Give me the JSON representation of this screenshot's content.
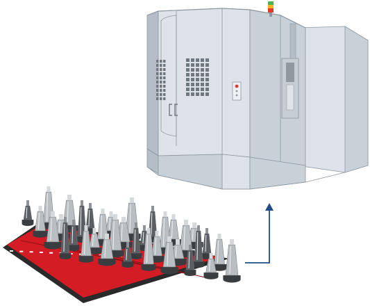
{
  "scene": {
    "background": "#ffffff",
    "subjects": [
      "machining-center",
      "tool-holder-tray",
      "flow-arrow"
    ]
  },
  "colors": {
    "machine_panel_light": "#dde3e8",
    "machine_panel_mid": "#c9d1d8",
    "machine_panel_dark": "#b5bec6",
    "machine_edge": "#8d979f",
    "arrow": "#1f4e86",
    "tray_base": "#2a2a2a",
    "tray_red": "#d41c24",
    "tool_steel": "#b9bec3",
    "tool_dark": "#3a3d40",
    "beacon_red": "#e03a2f",
    "beacon_amber": "#f3b21f",
    "beacon_green": "#4caf50"
  },
  "icons": {
    "arrow": "up-arrow-icon",
    "beacon": "signal-tower-icon",
    "control": "control-panel-icon"
  }
}
